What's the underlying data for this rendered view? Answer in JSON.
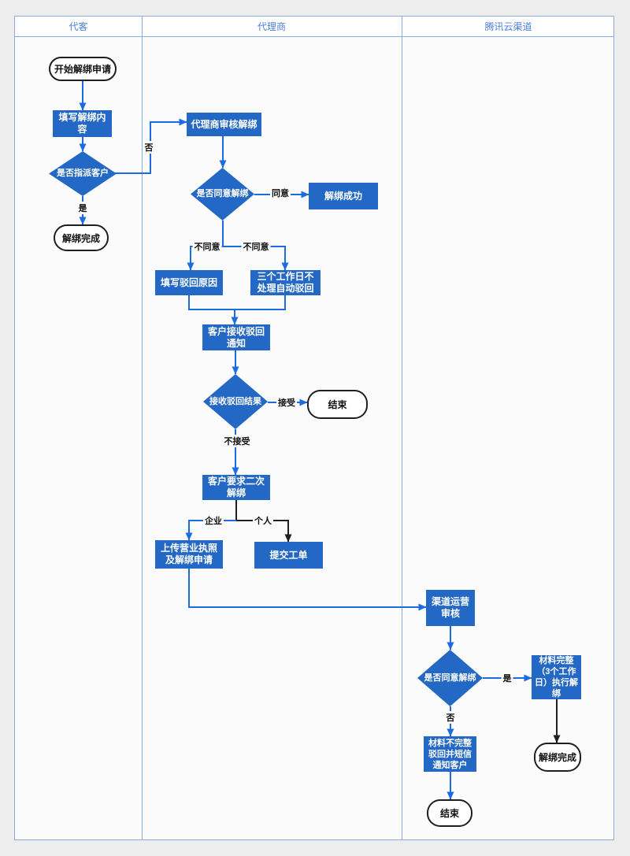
{
  "lanes": [
    {
      "label": "代客"
    },
    {
      "label": "代理商"
    },
    {
      "label": "腾讯云渠道"
    }
  ],
  "nodes": {
    "start": "开始解绑申请",
    "fill_content": "填写解绑内容",
    "assign_decision": "是否指派客户",
    "unbind_done1": "解绑完成",
    "agent_review": "代理商审核解绑",
    "agree_decision1": "是否同意解绑",
    "unbind_success": "解绑成功",
    "fill_reject_reason": "填写驳回原因",
    "auto_reject": "三个工作日不处理自动驳回",
    "receive_reject_notice": "客户接收驳回通知",
    "receive_reject_result": "接收驳回结果",
    "end1": "结束",
    "second_unbind": "客户要求二次解绑",
    "upload_license": "上传营业执照及解绑申请",
    "submit_ticket": "提交工单",
    "channel_review": "渠道运营审核",
    "agree_decision2": "是否同意解绑",
    "complete_material": "材料完整（3个工作日）执行解绑",
    "unbind_done2": "解绑完成",
    "incomplete_material": "材料不完整驳回并短信通知客户",
    "end2": "结束"
  },
  "edge_labels": {
    "no1": "否",
    "yes1": "是",
    "agree": "同意",
    "disagree_left": "不同意",
    "disagree_right": "不同意",
    "accept": "接受",
    "not_accept": "不接受",
    "enterprise": "企业",
    "personal": "个人",
    "yes2": "是",
    "no2": "否"
  },
  "colors": {
    "node_fill": "#2368c4",
    "node_text": "#ffffff",
    "line_blue": "#1b6ce0",
    "line_black": "#1f1f1f",
    "lane_border": "#8cabdb",
    "header_text": "#4a7fd8",
    "lane_bg": "#fbfbfb",
    "page_bg": "#ededed",
    "terminator_border": "#1f1f1f",
    "label_text": "#111111"
  }
}
